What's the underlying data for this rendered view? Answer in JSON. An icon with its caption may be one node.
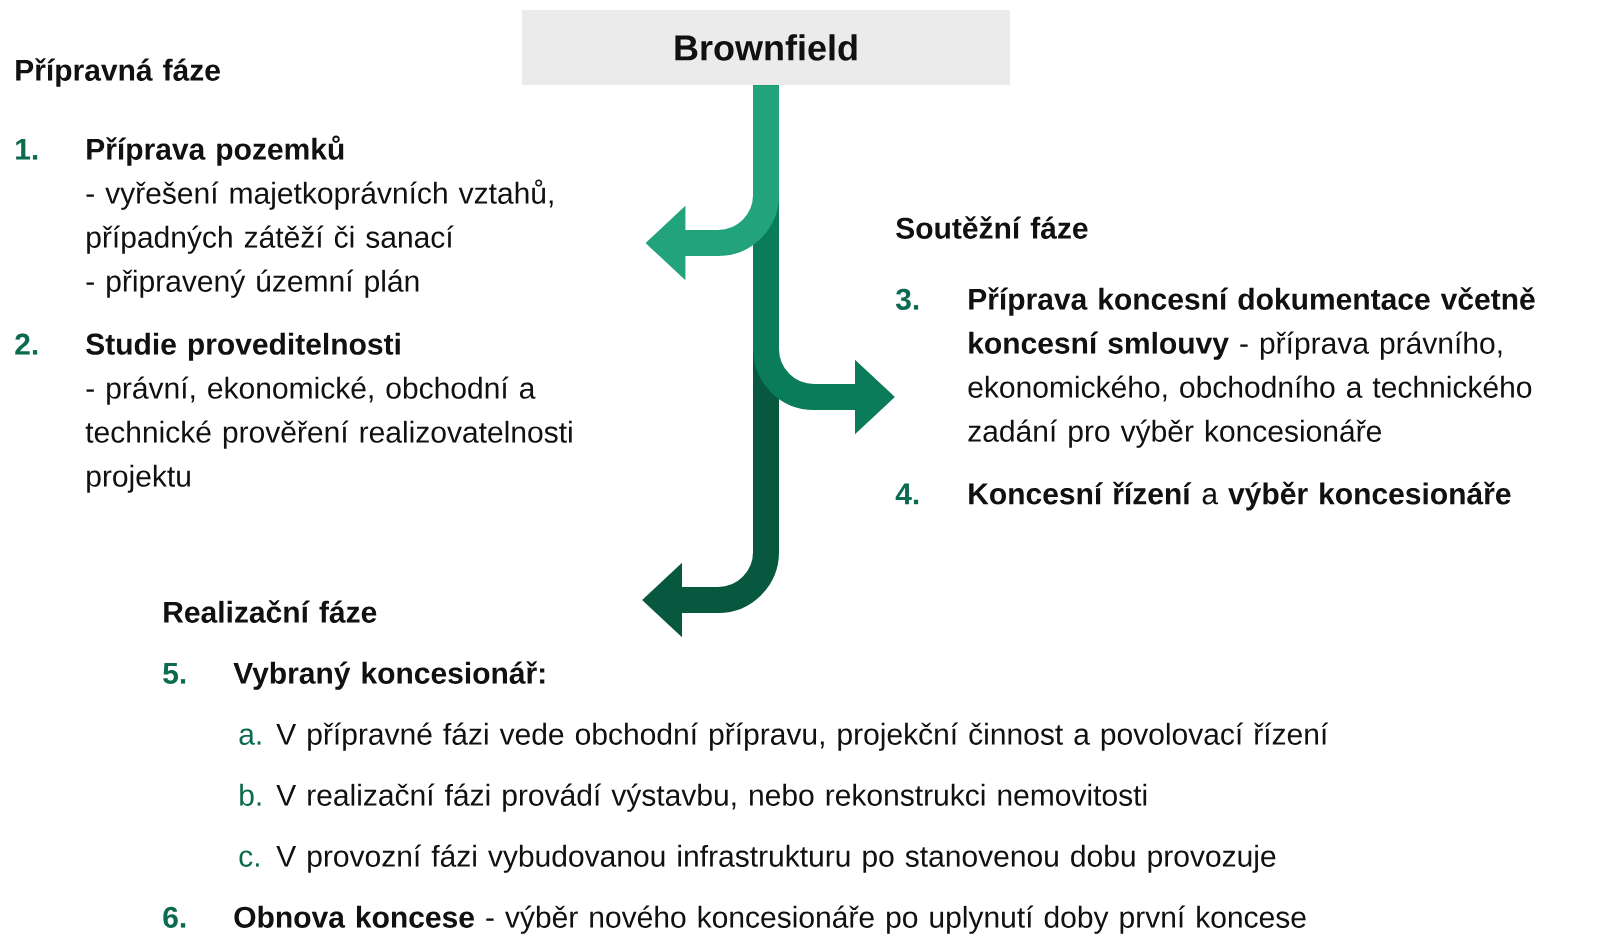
{
  "diagram": {
    "nodes": [
      {
        "text": [
          "Brownfield"
        ]
      },
      {
        "text": [
          "Přípravná fáze",
          "1.",
          "Příprava pozemků",
          "- vyřešení majetkoprávních vztahů, případných zátěží či sanací",
          "- připravený územní plán",
          "2.",
          "Studie proveditelnosti",
          "- právní, ekonomické, obchodní a technické prověření realizovatelnosti projektu"
        ]
      },
      {
        "text": [
          "Soutěžní fáze",
          "3.",
          "**Příprava koncesní dokumentace včetně koncesní smlouvy** - příprava právního, ekonomického, obchodního a technického zadání pro výběr koncesionáře",
          "4.",
          "**Koncesní řízení** a **výběr koncesionáře**"
        ]
      },
      {
        "text": [
          "Realizační fáze",
          "5.",
          "Vybraný koncesionář:",
          "a.",
          "V přípravné fázi vede obchodní přípravu, projekční činnost a povolovací řízení",
          "b.",
          "V realizační fázi provádí výstavbu, nebo rekonstrukci nemovitosti",
          "c.",
          "V provozní fázi vybudovanou infrastrukturu po stanovenou dobu provozuje",
          "6.",
          "**Obnova koncese** - výběr nového koncesionáře po uplynutí doby první koncese"
        ]
      }
    ],
    "edges": [
      {
        "from": 0,
        "to": 1,
        "arrow": "to",
        "color": "#22a37b"
      },
      {
        "from": 0,
        "to": 2,
        "arrow": "to",
        "color": "#0b7c59"
      },
      {
        "from": 0,
        "to": 3,
        "arrow": "to",
        "color": "#07583f"
      }
    ]
  }
}
